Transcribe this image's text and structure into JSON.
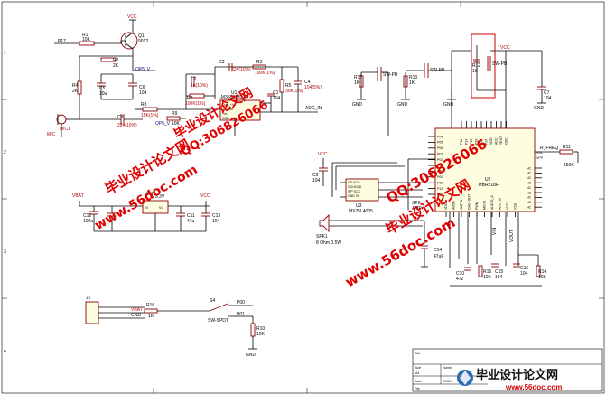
{
  "components": {
    "r1": {
      "ref": "R1",
      "value": "10K"
    },
    "q1": {
      "ref": "Q1",
      "value": "9012"
    },
    "r2": {
      "ref": "R2",
      "value": "2K"
    },
    "r4": {
      "ref": "R4",
      "value": "2K"
    },
    "c5": {
      "ref": "C5",
      "value": "10u"
    },
    "c6": {
      "ref": "C6",
      "value": "104"
    },
    "c8": {
      "ref": "C8",
      "value": "224(10%)"
    },
    "r8": {
      "ref": "R8",
      "value": "15K(1%)"
    },
    "r9": {
      "ref": "R9",
      "value": "10K"
    },
    "mic1": {
      "ref": "MIC1",
      "value": "MIC"
    },
    "c2": {
      "ref": "C2",
      "value": "1n(10%)"
    },
    "c3": {
      "ref": "C3",
      "value": "224(10%)"
    },
    "r3": {
      "ref": "R3",
      "value": "100K(1%)"
    },
    "r7": {
      "ref": "R7",
      "value": "100K(1%)"
    },
    "c4": {
      "ref": "C4",
      "value": "104(5%)"
    },
    "r5": {
      "ref": "R5",
      "value": "39K(1%)"
    },
    "u1": {
      "ref": "U1",
      "value": "LM358/LM324",
      "pins": [
        "Out1 +V1",
        "-In1 Ou",
        "+In1",
        "GND"
      ]
    },
    "c1": {
      "ref": "C1",
      "value": "104"
    },
    "u3": {
      "ref": "U3",
      "value": "MX25L4005",
      "pins": [
        "CS  VCC",
        "SOHOLD",
        "WP  SCK",
        "GND  SI"
      ]
    },
    "u2": {
      "ref": "U2",
      "value": "HBR218F"
    },
    "r12": {
      "ref": "R12",
      "value": "1K"
    },
    "r13": {
      "ref": "R13",
      "value": "1K"
    },
    "r17": {
      "ref": "R17",
      "value": "1K"
    },
    "c9": {
      "ref": "C9",
      "value": "104"
    },
    "c7": {
      "ref": "C7",
      "value": "104"
    },
    "r11": {
      "ref": "R11",
      "value": "150K"
    },
    "spk1": {
      "ref": "SPK1",
      "value": "8 Ohm 0.5W"
    },
    "c14": {
      "ref": "C14",
      "value": "47uF"
    },
    "c10": {
      "ref": "C10",
      "value": "472"
    },
    "r15": {
      "ref": "R15",
      "value": "10K"
    },
    "c15": {
      "ref": "C15",
      "value": "104"
    },
    "c16": {
      "ref": "C16",
      "value": "104"
    },
    "r14": {
      "ref": "R14",
      "value": "10K"
    },
    "c12": {
      "ref": "C12",
      "value": "100u"
    },
    "vr1": {
      "ref": "VR1",
      "value": "3.3V",
      "pin_vin": "VI",
      "pin_vo": "VO"
    },
    "c11": {
      "ref": "C11",
      "value": "47u"
    },
    "c13": {
      "ref": "C13",
      "value": "104"
    },
    "j1": {
      "ref": "J1"
    },
    "r16": {
      "ref": "R16",
      "value": "1K"
    },
    "s4": {
      "ref": "S4",
      "value": "SW-SPDT"
    },
    "r10": {
      "ref": "R10",
      "value": "10K"
    }
  },
  "nets": {
    "vcc": "VCC",
    "vbat": "VBAT",
    "gnd": "GND",
    "p17": "P17",
    "op5v": "OP5_V",
    "op5v2": "OP5_V",
    "adcin": "ADC_IN",
    "p00": "P00",
    "p01": "P01",
    "vin": "VIN",
    "vout": "VOUT",
    "rfreq": "R_FREQ",
    "vpp": "VPP",
    "vsl": "VSL",
    "spk": "SPK",
    "amp": "AMP"
  },
  "switches": {
    "sw1": "SW-PB",
    "sw2": "SW-PB",
    "sw3": "SW-PB"
  },
  "u2_left_pins": [
    "P04",
    "P05",
    "P06",
    "P07",
    "P02",
    "P03",
    "P01",
    "P00",
    "P12",
    "P13",
    "P10"
  ],
  "u2_top_pins": [
    "P11",
    "P14",
    "P15",
    "P16",
    "P17",
    "P24",
    "VDD",
    "ADC",
    "TEST",
    "OSC"
  ],
  "u2_right_pins": [
    "NC",
    "NC",
    "NC",
    "NC",
    "NC",
    "NC",
    "NC",
    "NC",
    "NC"
  ],
  "u2_bottom_pins": [
    "VDD",
    "AVDD",
    "AMPIN",
    "DAC_OUT",
    "PWM",
    "MICIN",
    "AUDIO_A",
    "ADC_IN",
    "VDD",
    "VSS"
  ],
  "title_block": {
    "title_label": "Title",
    "size_label": "Size",
    "size_value": "A4",
    "number_label": "Numb",
    "date_label": "Date",
    "date_value": "2016-5",
    "file_label": "File",
    "border_numbers": [
      "1",
      "2",
      "3",
      "4"
    ]
  },
  "watermarks": {
    "w1_cn": "毕业设计论文网",
    "w1_qq": "QQ:306826066",
    "w2_cn": "毕业设计论文网",
    "w2_url": "www.56doc.com",
    "w3_cn": "毕业设计论文网",
    "w3_url": "www.56doc.com",
    "w3_qq": "QQ:306826066",
    "logo_cn": "毕业设计论文网",
    "logo_url": "www.56doc.com"
  }
}
